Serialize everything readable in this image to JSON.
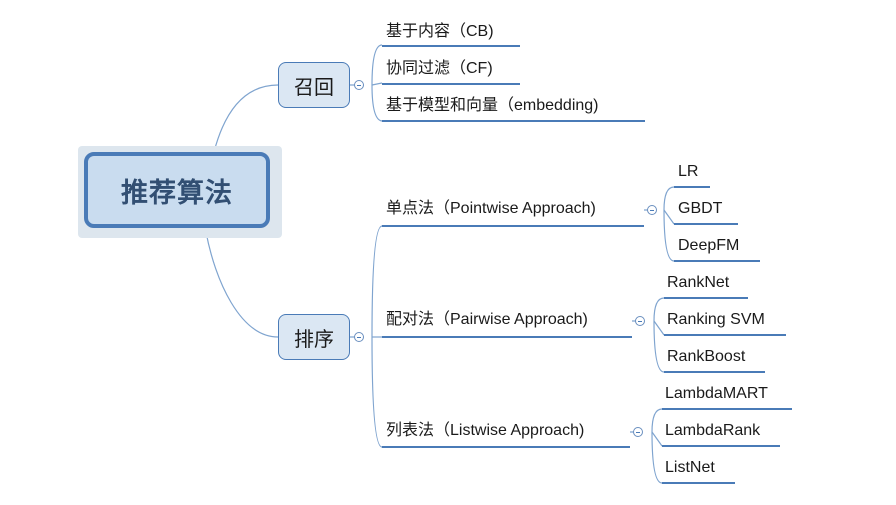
{
  "root": {
    "label": "推荐算法"
  },
  "recall": {
    "label": "召回",
    "items": [
      "基于内容（CB)",
      "协同过滤（CF)",
      "基于模型和向量（embedding)"
    ]
  },
  "ranking": {
    "label": "排序",
    "groups": [
      {
        "label": "单点法（Pointwise Approach)",
        "items": [
          "LR",
          "GBDT",
          "DeepFM"
        ]
      },
      {
        "label": "配对法（Pairwise Approach)",
        "items": [
          "RankNet",
          "Ranking SVM",
          "RankBoost"
        ]
      },
      {
        "label": "列表法（Listwise Approach)",
        "items": [
          "LambdaMART",
          "LambdaRank",
          "ListNet"
        ]
      }
    ]
  },
  "colors": {
    "line": "#4a7bb7",
    "connector": "#7fa4cf",
    "topic_fill": "#dbe7f3",
    "root_fill": "#c9dcef"
  }
}
